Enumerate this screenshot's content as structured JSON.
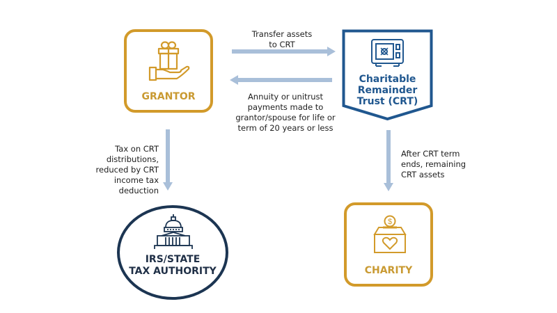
{
  "colors": {
    "gold": "#d29a2a",
    "navy": "#1c3552",
    "blue": "#20578f",
    "arrow": "#a9bfd9"
  },
  "nodes": {
    "grantor": {
      "label": "GRANTOR",
      "icon": "gift-in-hand-icon"
    },
    "crt": {
      "label_lines": [
        "Charitable",
        "Remainder",
        "Trust (CRT)"
      ],
      "icon": "safe-icon"
    },
    "irs": {
      "label_lines": [
        "IRS/STATE",
        "TAX AUTHORITY"
      ],
      "icon": "capitol-building-icon"
    },
    "charity": {
      "label": "CHARITY",
      "icon": "donation-box-heart-icon"
    }
  },
  "flows": {
    "transfer": {
      "from": "grantor",
      "to": "crt",
      "lines": [
        "Transfer assets",
        "to CRT"
      ]
    },
    "payments": {
      "from": "crt",
      "to": "grantor",
      "lines": [
        "Annuity or unitrust",
        "payments made to",
        "grantor/spouse for life or",
        "term of 20 years or less"
      ]
    },
    "tax": {
      "from": "grantor",
      "to": "irs",
      "lines": [
        "Tax on CRT",
        "distributions,",
        "reduced by CRT",
        "income tax",
        "deduction"
      ]
    },
    "remainder": {
      "from": "crt",
      "to": "charity",
      "lines": [
        "After CRT term",
        "ends, remaining",
        "CRT assets"
      ]
    }
  }
}
